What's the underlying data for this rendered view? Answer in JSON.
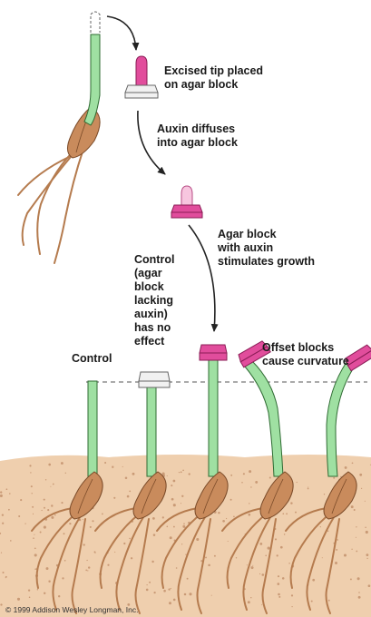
{
  "labels": {
    "excised_line1": "Excised tip placed",
    "excised_line2": "on agar block",
    "auxin_line1": "Auxin diffuses",
    "auxin_line2": "into agar block",
    "agar_line1": "Agar block",
    "agar_line2": "with auxin",
    "agar_line3": "stimulates growth",
    "control_note_lines": [
      "Control",
      "(agar",
      "block",
      "lacking",
      "auxin)",
      "has no",
      "effect"
    ],
    "control": "Control",
    "offset_line1": "Offset blocks",
    "offset_line2": "cause curvature"
  },
  "copyright": "© 1999 Addison Wesley Longman, Inc.",
  "colors": {
    "stem_fill": "#9fe0a2",
    "stem_outline": "#2f6b33",
    "seed": "#c98b5c",
    "root": "#b57b4e",
    "soil": "#efcfae",
    "soil_speckle": "#c99a76",
    "auxin_block": "#e14d9c",
    "plain_block": "#f1f1f1",
    "arrow": "#222222"
  }
}
